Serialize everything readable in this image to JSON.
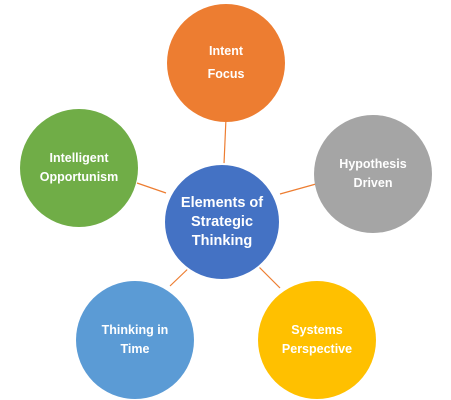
{
  "diagram": {
    "center": {
      "lines": [
        "Elements of",
        "Strategic",
        "Thinking"
      ],
      "color": "#4472c4"
    },
    "nodes": {
      "top": {
        "lines": [
          "Intent",
          "Focus"
        ],
        "color": "#ed7d31"
      },
      "right": {
        "lines": [
          "Hypothesis",
          "Driven"
        ],
        "color": "#a5a5a5"
      },
      "bottom_right": {
        "lines": [
          "Systems",
          "Perspective"
        ],
        "color": "#ffc000"
      },
      "bottom_left": {
        "lines": [
          "Thinking in",
          "Time"
        ],
        "color": "#5b9bd5"
      },
      "left": {
        "lines": [
          "Intelligent",
          "Opportunism"
        ],
        "color": "#70ad47"
      }
    },
    "connector_color": "#ed7d31"
  }
}
